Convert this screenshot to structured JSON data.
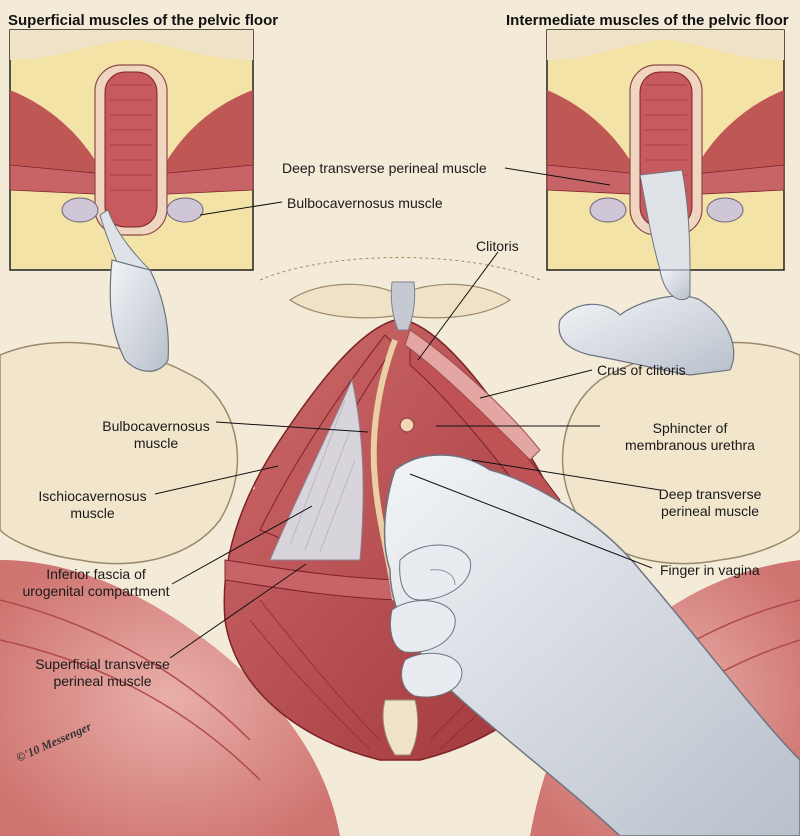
{
  "titles": {
    "left": "Superficial muscles of the pelvic floor",
    "right": "Intermediate muscles of the pelvic floor"
  },
  "labels": {
    "deep_transverse_perineal_top": "Deep transverse perineal muscle",
    "bulbocavernosus_top": "Bulbocavernosus muscle",
    "clitoris": "Clitoris",
    "crus_of_clitoris": "Crus of clitoris",
    "bulbocavernosus_line1": "Bulbocavernosus",
    "bulbocavernosus_line2": "muscle",
    "sphincter_line1": "Sphincter of",
    "sphincter_line2": "membranous urethra",
    "ischiocavernosus_line1": "Ischiocavernosus",
    "ischiocavernosus_line2": "muscle",
    "deep_transverse_line1": "Deep transverse",
    "deep_transverse_line2": "perineal muscle",
    "inferior_fascia_line1": "Inferior fascia of",
    "inferior_fascia_line2": "urogenital compartment",
    "finger_in_vagina": "Finger in vagina",
    "superficial_transverse_line1": "Superficial transverse",
    "superficial_transverse_line2": "perineal muscle"
  },
  "signature": "©'10 Messenger",
  "colors": {
    "background": "#f3ead8",
    "muscle": "#b5454a",
    "muscle_light": "#d9888a",
    "fat": "#e9c85a",
    "glove": "#dfe3e8",
    "skin": "#ecdcc0",
    "fascia": "#d8d4dc"
  }
}
